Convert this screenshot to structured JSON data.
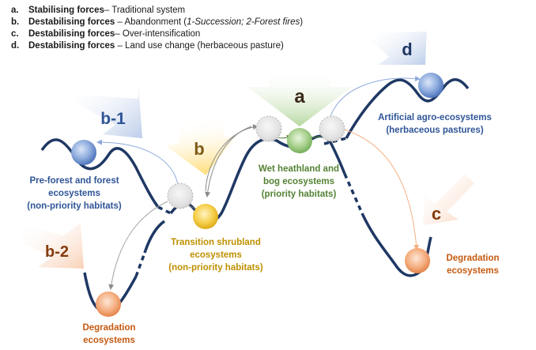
{
  "legend": [
    {
      "key": "a.",
      "bold": "Stabilising forces",
      "sep": "– ",
      "text": "Traditional system",
      "italic": "",
      "tail": ""
    },
    {
      "key": "b.",
      "bold": "Destabilising forces",
      "sep": " – ",
      "text": "Abandonment (",
      "italic": "1-Succession; 2-Forest fires",
      "tail": ")"
    },
    {
      "key": "c.",
      "bold": "Destabilising forces",
      "sep": "– ",
      "text": "Over-intensification",
      "italic": "",
      "tail": ""
    },
    {
      "key": "d.",
      "bold": "Destabilising forces",
      "sep": " – ",
      "text": "Land use change (herbaceous pasture)",
      "italic": "",
      "tail": ""
    }
  ],
  "forces": {
    "a": "a",
    "b": "b",
    "b1": "b-1",
    "b2": "b-2",
    "c": "c",
    "d": "d"
  },
  "states": {
    "preforest": [
      "Pre-forest and forest",
      "ecosystems",
      "(non-priority habitats)"
    ],
    "degradation_left": [
      "Degradation",
      "ecosystems"
    ],
    "transition": [
      "Transition shrubland",
      "ecosystems",
      "(non-priority habitats)"
    ],
    "wet_heathland": [
      "Wet heathland and",
      "bog ecosystems",
      "(priority habitats)"
    ],
    "artificial": [
      "Artificial agro-ecosystems",
      "(herbaceous pastures)"
    ],
    "degradation_right": [
      "Degradation",
      "ecosystems"
    ]
  },
  "colors": {
    "curve": "#1f3864",
    "blue_text": "#2f5597",
    "green_text": "#548235",
    "gold_text": "#bf9000",
    "orange_text": "#c55a11",
    "force_text": "#3b2a1a"
  }
}
